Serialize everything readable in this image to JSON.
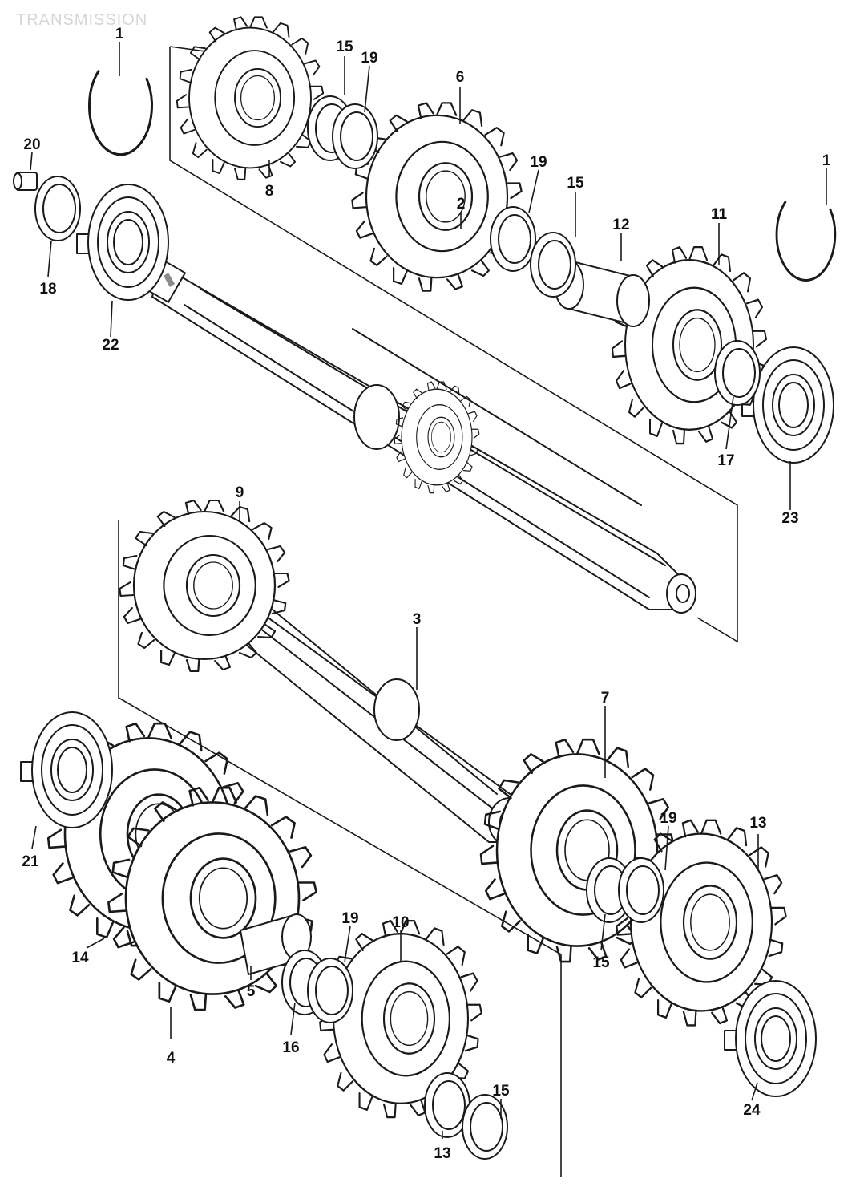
{
  "title": "TRANSMISSION",
  "callouts": {
    "p1a": "1",
    "p1b": "1",
    "p2": "2",
    "p3": "3",
    "p4": "4",
    "p5": "5",
    "p6": "6",
    "p7": "7",
    "p8": "8",
    "p9": "9",
    "p10": "10",
    "p11": "11",
    "p12": "12",
    "p13a": "13",
    "p13b": "13",
    "p14": "14",
    "p15a": "15",
    "p15b": "15",
    "p15c": "15",
    "p15d": "15",
    "p16": "16",
    "p17": "17",
    "p18": "18",
    "p19a": "19",
    "p19b": "19",
    "p19c": "19",
    "p19d": "19",
    "p20": "20",
    "p21": "21",
    "p22": "22",
    "p23": "23",
    "p24": "24"
  }
}
